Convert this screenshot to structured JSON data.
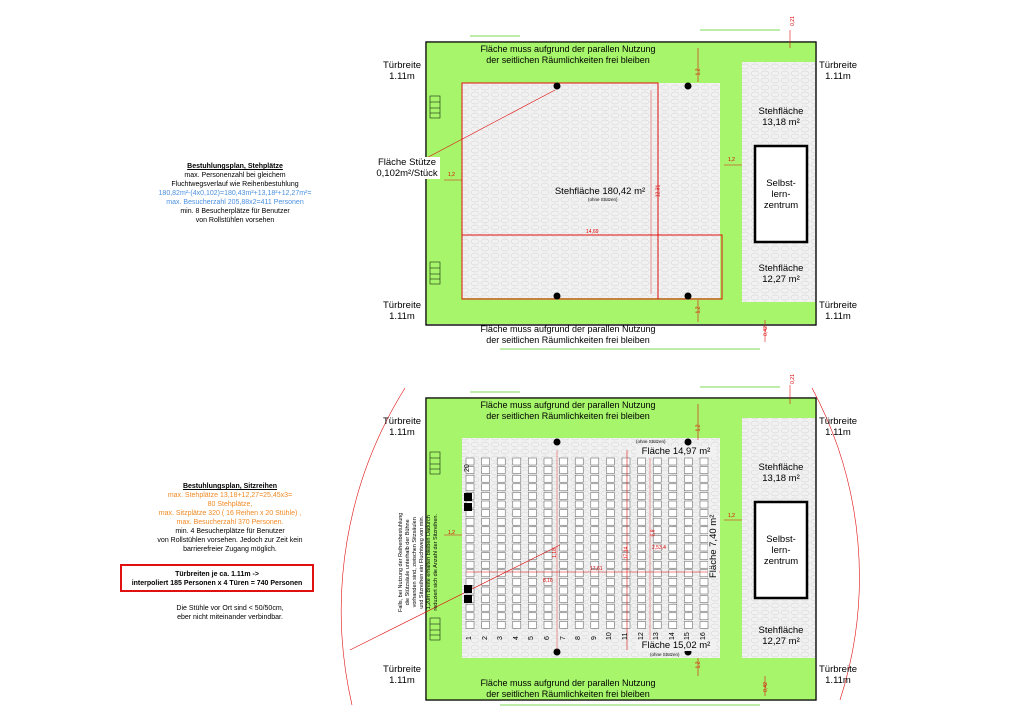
{
  "standing_plan": {
    "title": "Bestuhlungsplan, Stehplätze",
    "line1": "max. Personenzahl bei gleichem",
    "line2": "Fluchtwegsverlauf wie Reihenbestuhlung",
    "line3": "180,82m²-(4x0,102)=180,43m²+13,18²+12,27m²=",
    "line4": "max. Besucherzahl 205,88x2=411 Personen",
    "line5": "min. 8 Besucherplätze für Benutzer",
    "line6": "von Rollstühlen vorsehen"
  },
  "seating_plan": {
    "title": "Bestuhlungsplan, Sitzreihen",
    "line1": "max. Stehplätze 13,18+12,27=25,45x3=",
    "line2": "80 Stehplätze,",
    "line3": "max. Sitzplätze 320   ( 16 Reihen x 20 Stühle)   ,",
    "line4": "max. Besucherzahl 370 Personen.",
    "line5": "min. 4 Besucherplätze für Benutzer",
    "line6": "von Rollstühlen vorsehen. Jedoch zur Zeit kein",
    "line7": "barrierefreier Zugang möglich."
  },
  "door_note": {
    "line1": "Türbreiten je ca. 1.11m ->",
    "line2": "interpoliert 185 Personen x 4 Türen = 740 Personen"
  },
  "chairs_note": {
    "line1": "Die Stühle vor Ort sind < 50/50cm,",
    "line2": "eber nicht miteinander verbindbar."
  },
  "labels": {
    "door_width": "Türbreite",
    "door_value": "1.11m",
    "free_area_l1": "Fläche muss aufgrund der parallen Nutzung",
    "free_area_l2": "der seitlichen Räumlichkeiten frei bleiben",
    "stehflaeche": "Stehfläche",
    "area_13": "13,18 m²",
    "area_12": "12,27 m²",
    "self_l1": "Selbst-",
    "self_l2": "lern-",
    "self_l3": "zentrum",
    "column_area_l1": "Fläche Stütze",
    "column_area_l2": "0,102m²/Stück",
    "main_area": "Stehfläche 180,42 m²",
    "ohne_stuetzen": "(ohne Stützen)",
    "area_1497": "Fläche 14,97 m²",
    "area_1502": "Fläche 15,02 m²",
    "area_740": "Fläche 7,40 m²",
    "row_20": "20",
    "row_1": "1",
    "side_note_l1": "Falls, bei Nutzung der Reihenbestuhlung",
    "side_note_l2": "die Stützsäule unterhalb der Bühne",
    "side_note_l3": "vorhanden sind, zwischen Sitzsäulen",
    "side_note_l4": "und Sitzreihen ein Fluchtweg von min.",
    "side_note_l5": "1,20m Breite erhalten bleiben Dadurch",
    "side_note_l6": "reduziert sich die Anzahl der Sitzreihen."
  },
  "dimensions": {
    "d_021": "0,21",
    "d_042": "0,42",
    "d_12": "1,2",
    "d_1469": "14,69",
    "d_1231": "12,31",
    "d_1761": "17,61",
    "d_1714": "17,14",
    "d_816": "8,16",
    "d_118": "1,18",
    "d_253": "2,53,4",
    "d_68": "6,8"
  },
  "row_numbers": [
    "1",
    "2",
    "3",
    "4",
    "5",
    "6",
    "7",
    "8",
    "9",
    "10",
    "11",
    "12",
    "13",
    "14",
    "15",
    "16"
  ],
  "colors": {
    "green": "#a6f56a",
    "red": "#e01010",
    "blue_text": "#4a90e2",
    "orange_text": "#f08a24"
  }
}
